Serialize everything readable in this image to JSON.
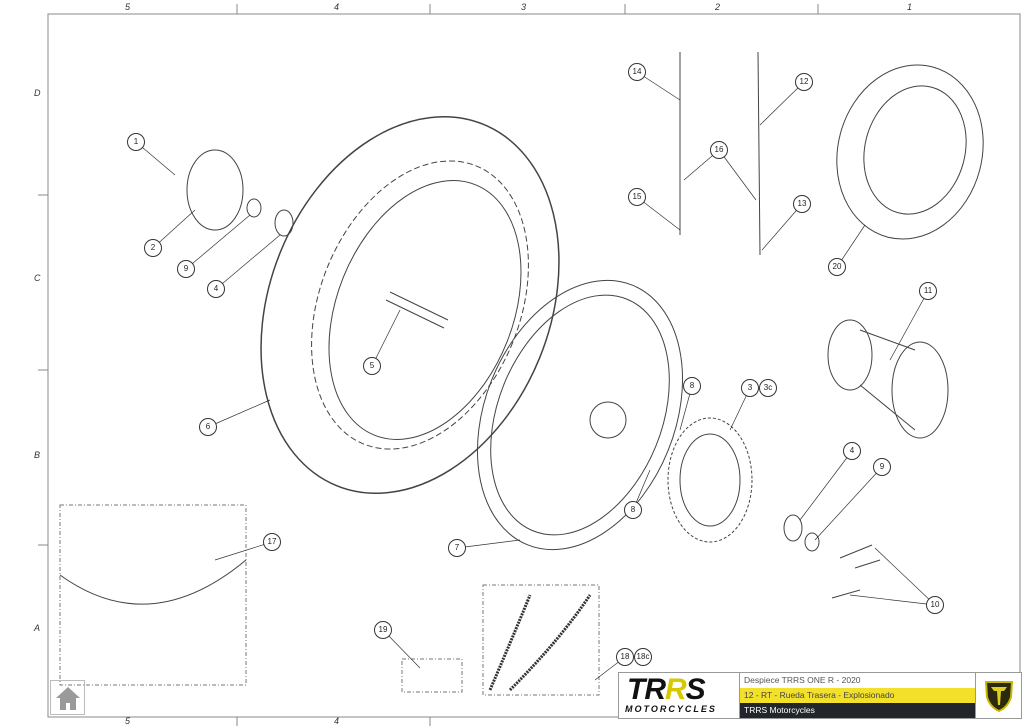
{
  "zones": {
    "columns": [
      "5",
      "4",
      "3",
      "2",
      "1"
    ],
    "rows": [
      "D",
      "C",
      "B",
      "A"
    ]
  },
  "callouts": [
    "1",
    "2",
    "9",
    "4",
    "5",
    "6",
    "7",
    "14",
    "12",
    "16",
    "15",
    "13",
    "20",
    "11",
    "8",
    "3",
    "3c",
    "8",
    "4",
    "9",
    "17",
    "10",
    "19",
    "18",
    "18c"
  ],
  "title_block": {
    "logo_text": "TRRS",
    "logo_subtext": "MOTORCYCLES",
    "line1": "Despiece TRRS ONE R - 2020",
    "line2": "12 - RT - Rueda Trasera - Explosionado",
    "line3": "TRRS Motorcycles"
  },
  "colors": {
    "accent_yellow": "#f2e02a",
    "dark": "#22262a"
  },
  "icons": {
    "home": "home-icon",
    "shield": "brand-shield-icon"
  }
}
